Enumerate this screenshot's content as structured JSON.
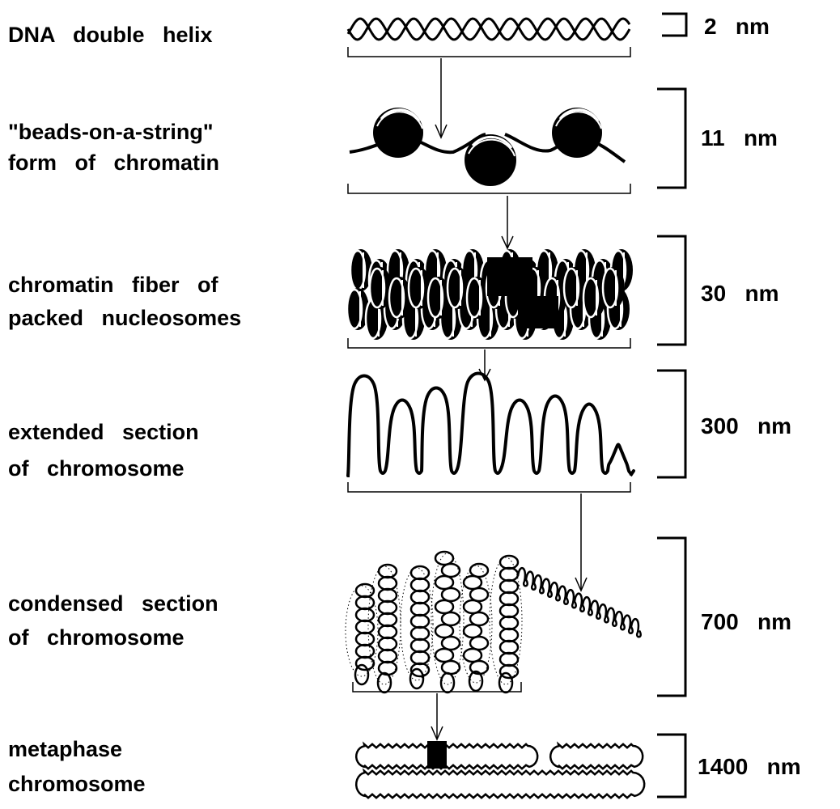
{
  "stages": [
    {
      "id": "dna-double-helix",
      "lines": [
        "DNA   double   helix"
      ],
      "scale": "2   nm"
    },
    {
      "id": "beads-on-a-string",
      "lines": [
        "\"beads-on-a-string\"",
        "form   of   chromatin"
      ],
      "scale": "11   nm"
    },
    {
      "id": "chromatin-fiber",
      "lines": [
        "chromatin   fiber   of",
        "packed   nucleosomes"
      ],
      "scale": "30   nm"
    },
    {
      "id": "extended-section",
      "lines": [
        "extended   section",
        "of   chromosome"
      ],
      "scale": "300   nm"
    },
    {
      "id": "condensed-section",
      "lines": [
        "condensed   section",
        "of   chromosome"
      ],
      "scale": "700   nm"
    },
    {
      "id": "metaphase-chromosome",
      "lines": [
        "metaphase",
        "chromosome"
      ],
      "scale": "1400   nm"
    }
  ]
}
